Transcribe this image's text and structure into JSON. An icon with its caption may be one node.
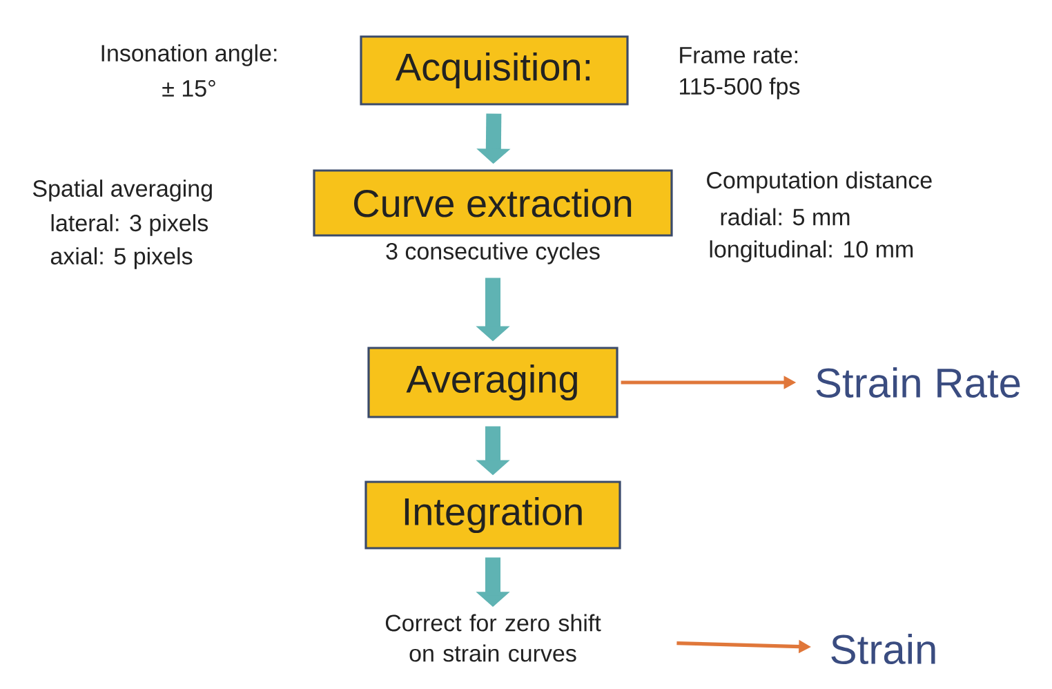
{
  "diagram": {
    "nodes": [
      {
        "text": [
          "Acquisition:"
        ]
      },
      {
        "text": [
          "Curve extraction"
        ],
        "beside": [
          "3 consecutive cycles"
        ]
      },
      {
        "text": [
          "Averaging"
        ]
      },
      {
        "text": [
          "Integration"
        ]
      },
      {
        "text": [
          "Correct for zero shift on strain curves"
        ]
      },
      {
        "text": [
          "Strain Rate"
        ]
      },
      {
        "text": [
          "Strain"
        ]
      }
    ],
    "edges": [
      {
        "from": 0,
        "to": 1,
        "arrow": "to"
      },
      {
        "from": 1,
        "to": 2,
        "arrow": "to"
      },
      {
        "from": 2,
        "to": 3,
        "arrow": "to"
      },
      {
        "from": 3,
        "to": 4,
        "arrow": "to"
      },
      {
        "from": 2,
        "to": 5,
        "arrow": "to",
        "color": "#e0773a"
      },
      {
        "from": 4,
        "to": 6,
        "arrow": "to",
        "color": "#e0773a"
      }
    ],
    "labels": [
      "Insonation angle:",
      "± 15°",
      "Frame rate:",
      "115-500 fps",
      "Spatial averaging",
      "lateral: 3 pixels",
      "axial: 5 pixels",
      "Computation distance",
      "radial: 5 mm",
      "longitudinal: 10 mm"
    ]
  }
}
